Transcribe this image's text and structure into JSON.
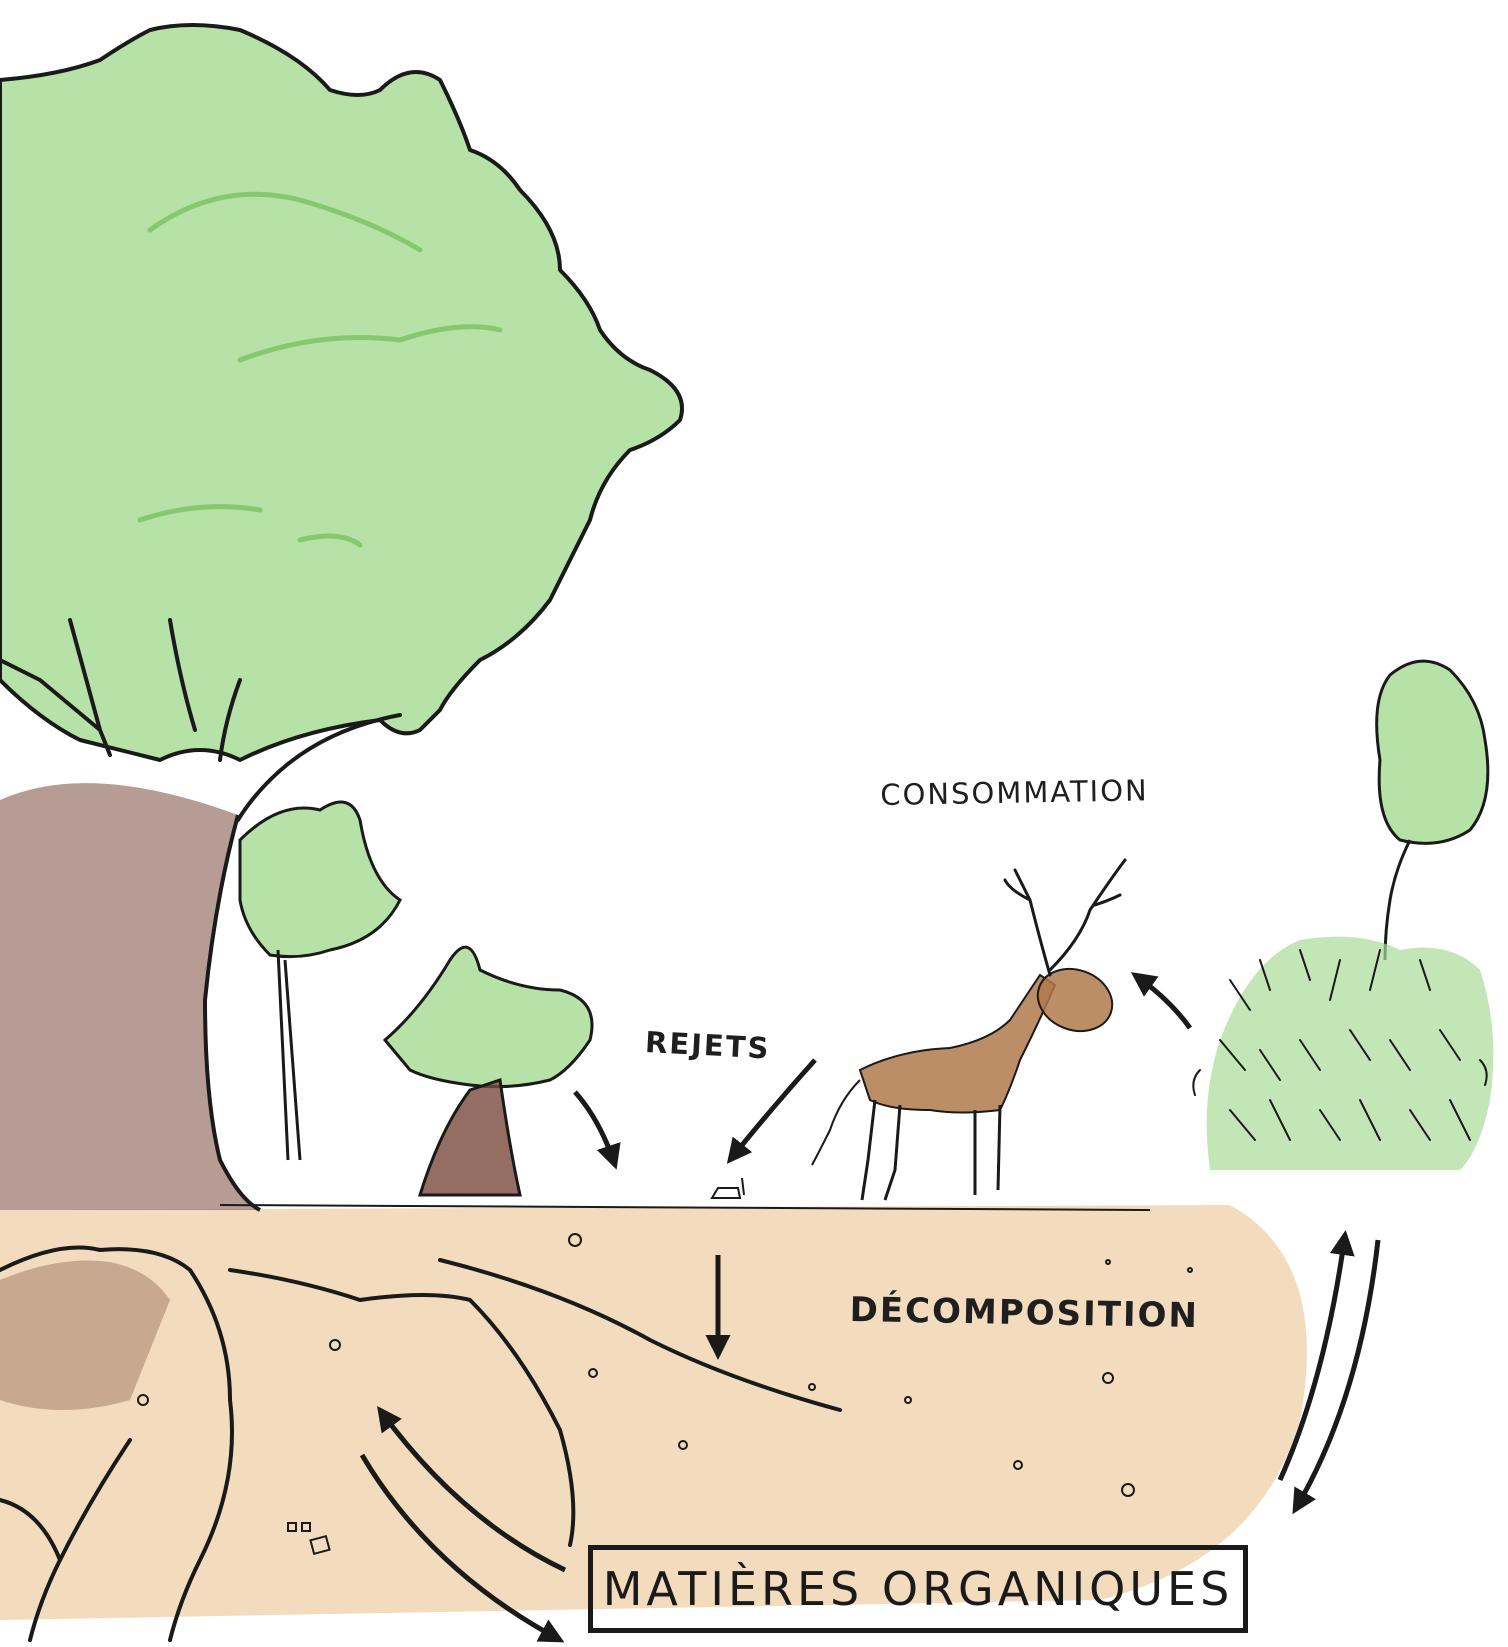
{
  "labels": {
    "consommation": "CONSOMMATION",
    "rejets": "REJETS",
    "decomposition": "DÉCOMPOSITION",
    "matieres_organiques": "MATIÈRES ORGANIQUES"
  },
  "colors": {
    "foliage": "#a9dc98",
    "foliage_dark": "#86c86f",
    "bark": "#7a4a3c",
    "deer": "#b07a4e",
    "soil": "#efcfa7",
    "ink": "#1a1a1a",
    "paper": "#ffffff"
  }
}
